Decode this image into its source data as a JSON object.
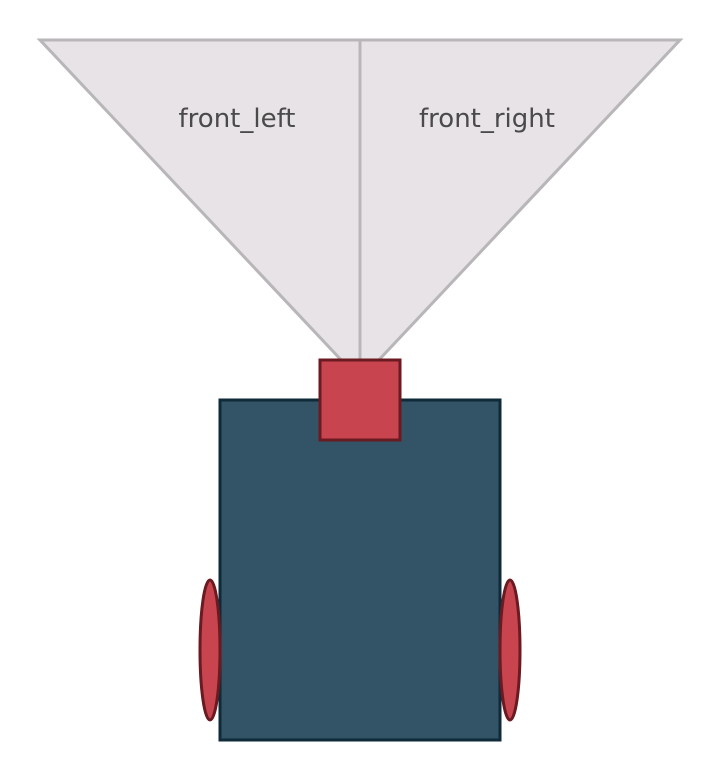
{
  "diagram": {
    "zones": [
      {
        "id": "front-left",
        "label": "front_left"
      },
      {
        "id": "front-right",
        "label": "front_right"
      }
    ],
    "colors": {
      "background": "#ffffff",
      "zone_fill": "#e7e3e6",
      "zone_stroke": "#b8b6b8",
      "body_fill": "#335366",
      "body_stroke": "#0f2a38",
      "part_fill": "#c8444f",
      "part_stroke": "#6a1a20",
      "label_color": "#4a4a4a"
    }
  }
}
